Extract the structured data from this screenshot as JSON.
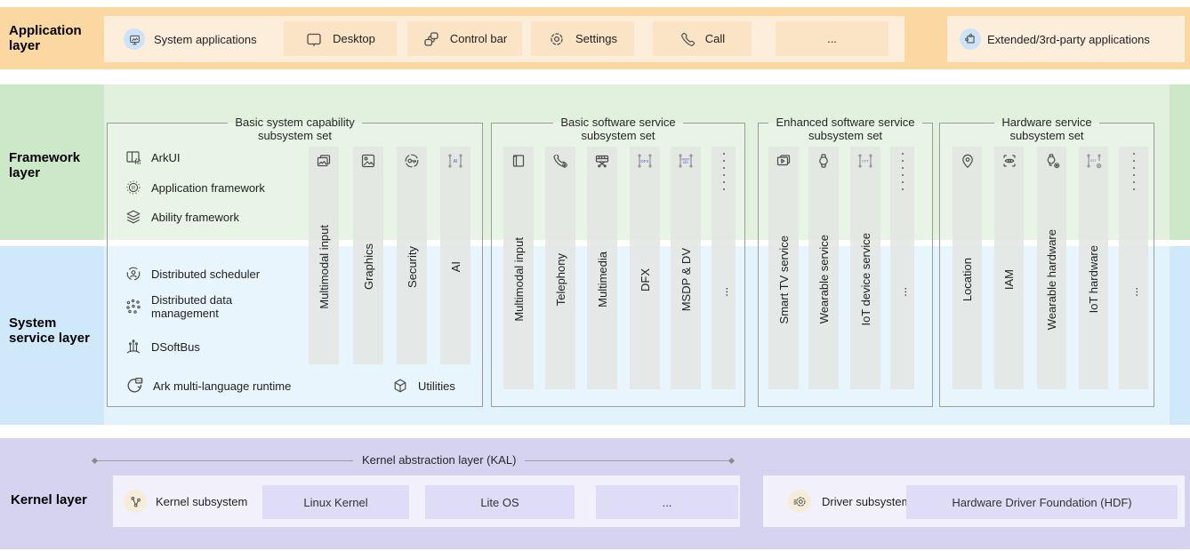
{
  "app_layer": {
    "label": "Application layer",
    "items": [
      {
        "label": "System applications",
        "icon": "system-apps-icon"
      },
      {
        "label": "Desktop",
        "icon": "desktop-icon"
      },
      {
        "label": "Control bar",
        "icon": "control-bar-icon"
      },
      {
        "label": "Settings",
        "icon": "gear-icon"
      },
      {
        "label": "Call",
        "icon": "phone-icon"
      },
      {
        "label": "..."
      }
    ],
    "extended_label": "Extended/3rd-party applications",
    "extended_icon": "puzzle-icon"
  },
  "framework_layer": {
    "label": "Framework layer",
    "items": [
      {
        "label": "ArkUI",
        "icon": "arkui-icon"
      },
      {
        "label": "Application framework",
        "icon": "application-framework-icon"
      },
      {
        "label": "Ability framework",
        "icon": "ability-framework-icon"
      }
    ]
  },
  "system_layer": {
    "label": "System service layer",
    "items": [
      {
        "label": "Distributed scheduler",
        "icon": "distributed-scheduler-icon"
      },
      {
        "label_line1": "Distributed data",
        "label_line2": "management",
        "icon": "distributed-data-icon"
      },
      {
        "label": "DSoftBus",
        "icon": "dsoftbus-icon"
      },
      {
        "label": "Ark multi-language runtime",
        "icon": "ark-runtime-icon"
      },
      {
        "label": "Utilities",
        "icon": "utilities-icon"
      }
    ]
  },
  "subsystem_sets": [
    {
      "title_line1": "Basic system capability",
      "title_line2": "subsystem set",
      "bars": [
        {
          "label": "Multimodal input",
          "icon": "photos-icon"
        },
        {
          "label": "Graphics",
          "icon": "graphics-icon"
        },
        {
          "label": "Security",
          "icon": "security-key-icon"
        },
        {
          "label": "AI",
          "icon": "ai-brackets-icon"
        }
      ]
    },
    {
      "title_line1": "Basic software service",
      "title_line2": "subsystem set",
      "bars": [
        {
          "label": "Multimodal input",
          "icon": "input-panel-icon"
        },
        {
          "label": "Telephony",
          "icon": "telephony-icon"
        },
        {
          "label": "Multimedia",
          "icon": "multimedia-icon"
        },
        {
          "label": "DFX",
          "icon": "dfx-brackets-icon"
        },
        {
          "label": "MSDP & DV",
          "icon": "msdp-dv-brackets-icon"
        }
      ],
      "more_label": "..."
    },
    {
      "title_line1": "Enhanced software service",
      "title_line2": "subsystem set",
      "bars": [
        {
          "label": "Smart TV service",
          "icon": "smart-tv-icon"
        },
        {
          "label": "Wearable service",
          "icon": "watch-icon"
        },
        {
          "label": "IoT device service",
          "icon": "iot-brackets-icon"
        }
      ],
      "more_label": "..."
    },
    {
      "title_line1": "Hardware service",
      "title_line2": "subsystem set",
      "bars": [
        {
          "label": "Location",
          "icon": "location-pin-icon"
        },
        {
          "label": "IAM",
          "icon": "eye-scan-icon"
        },
        {
          "label": "Wearable hardware",
          "icon": "watch-gear-icon"
        },
        {
          "label": "IoT hardware",
          "icon": "iot-gear-icon"
        }
      ],
      "more_label": "..."
    }
  ],
  "kernel_layer": {
    "label": "Kernel layer",
    "kal_label": "Kernel abstraction layer (KAL)",
    "kernel_subsystem": {
      "label": "Kernel subsystem",
      "icon": "kernel-branch-icon",
      "chips": [
        "Linux Kernel",
        "Lite OS",
        "..."
      ]
    },
    "driver_subsystem": {
      "label": "Driver subsystem",
      "icon": "driver-gear-icon",
      "chips": [
        "Hardware Driver Foundation (HDF)"
      ]
    }
  },
  "colors": {
    "app_band": "#fbd7a2",
    "app_panel": "#fdeedc",
    "app_chip": "#fbe3c5",
    "framework_band": "#cde8c9",
    "framework_panel": "#e2f1de",
    "system_band": "#cfe9fb",
    "system_panel": "#e3f3fd",
    "kernel_band": "#d6d3f1",
    "kernel_box": "#f2f1fb",
    "kernel_chip": "#dfdcf8",
    "icon_stroke": "#4d4d4d",
    "icon_accent": "#5157c8"
  }
}
